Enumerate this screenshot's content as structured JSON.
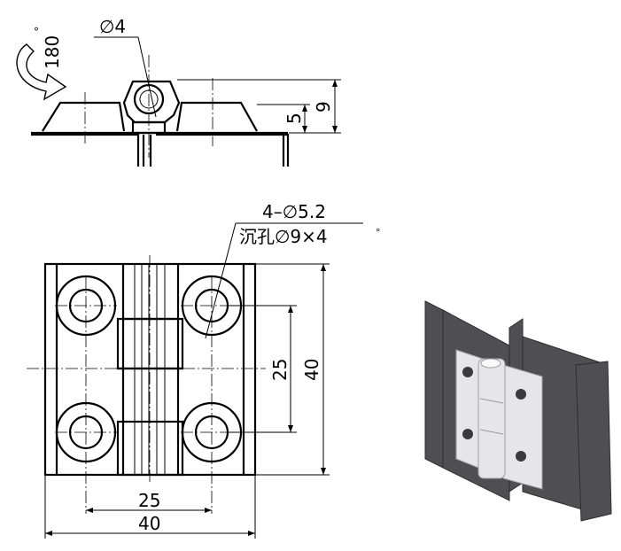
{
  "side_view": {
    "rotation_label": "180",
    "degree_mark": "°",
    "pin_diameter": "∅4",
    "height_small": "5",
    "height_total": "9"
  },
  "front_view": {
    "holes_line1": "4–∅5.2",
    "holes_line2": "沉孔∅9×4",
    "degree_mark": "°",
    "hole_vertical_spacing": "25",
    "overall_height": "40",
    "hole_horizontal_spacing": "25",
    "overall_width": "40"
  },
  "render_3d": {
    "plate_color": "#4f4f52",
    "hinge_color": "#e6e6e8"
  }
}
